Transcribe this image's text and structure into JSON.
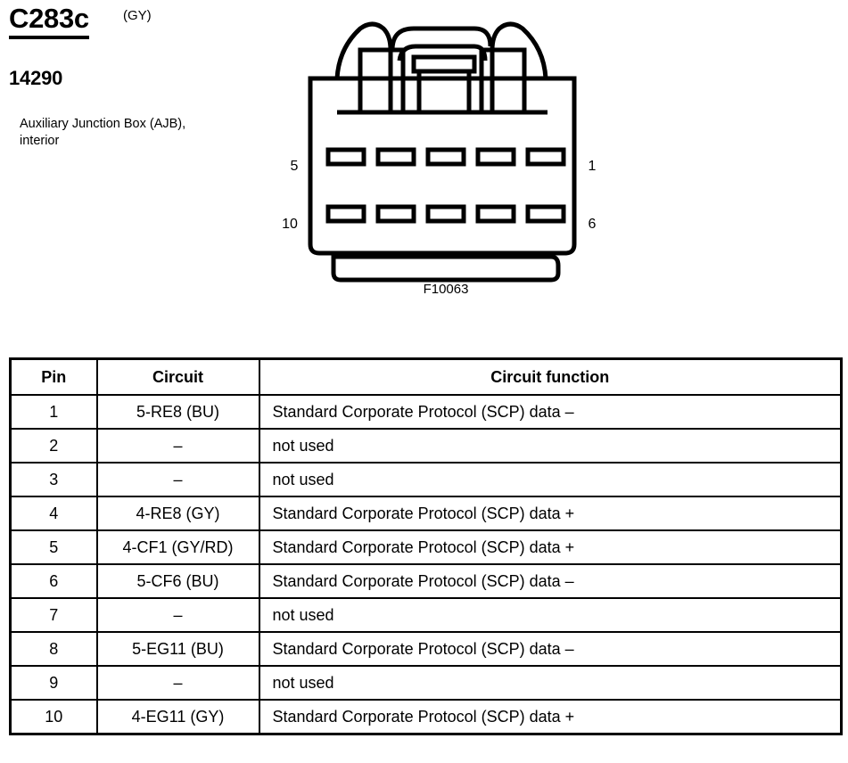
{
  "header": {
    "connector_id": "C283c",
    "connector_color": "(GY)",
    "part_number": "14290",
    "description": "Auxiliary Junction Box (AJB), interior"
  },
  "figure": {
    "caption": "F10063",
    "pin_label_top_left": "5",
    "pin_label_bottom_left": "10",
    "pin_label_top_right": "1",
    "pin_label_bottom_right": "6",
    "cavity_rows": 2,
    "cavities_per_row": 5
  },
  "table": {
    "headers": [
      "Pin",
      "Circuit",
      "Circuit function"
    ],
    "rows": [
      {
        "pin": "1",
        "circuit": "5-RE8 (BU)",
        "function": "Standard Corporate Protocol (SCP) data –"
      },
      {
        "pin": "2",
        "circuit": "–",
        "function": "not used"
      },
      {
        "pin": "3",
        "circuit": "–",
        "function": "not used"
      },
      {
        "pin": "4",
        "circuit": "4-RE8 (GY)",
        "function": "Standard Corporate Protocol (SCP) data +"
      },
      {
        "pin": "5",
        "circuit": "4-CF1 (GY/RD)",
        "function": "Standard Corporate Protocol (SCP) data +"
      },
      {
        "pin": "6",
        "circuit": "5-CF6 (BU)",
        "function": "Standard Corporate Protocol (SCP) data –"
      },
      {
        "pin": "7",
        "circuit": "–",
        "function": "not used"
      },
      {
        "pin": "8",
        "circuit": "5-EG11 (BU)",
        "function": "Standard Corporate Protocol (SCP) data –"
      },
      {
        "pin": "9",
        "circuit": "–",
        "function": "not used"
      },
      {
        "pin": "10",
        "circuit": "4-EG11 (GY)",
        "function": "Standard Corporate Protocol (SCP) data +"
      }
    ]
  },
  "colors": {
    "ink": "#000000",
    "paper": "#ffffff"
  }
}
